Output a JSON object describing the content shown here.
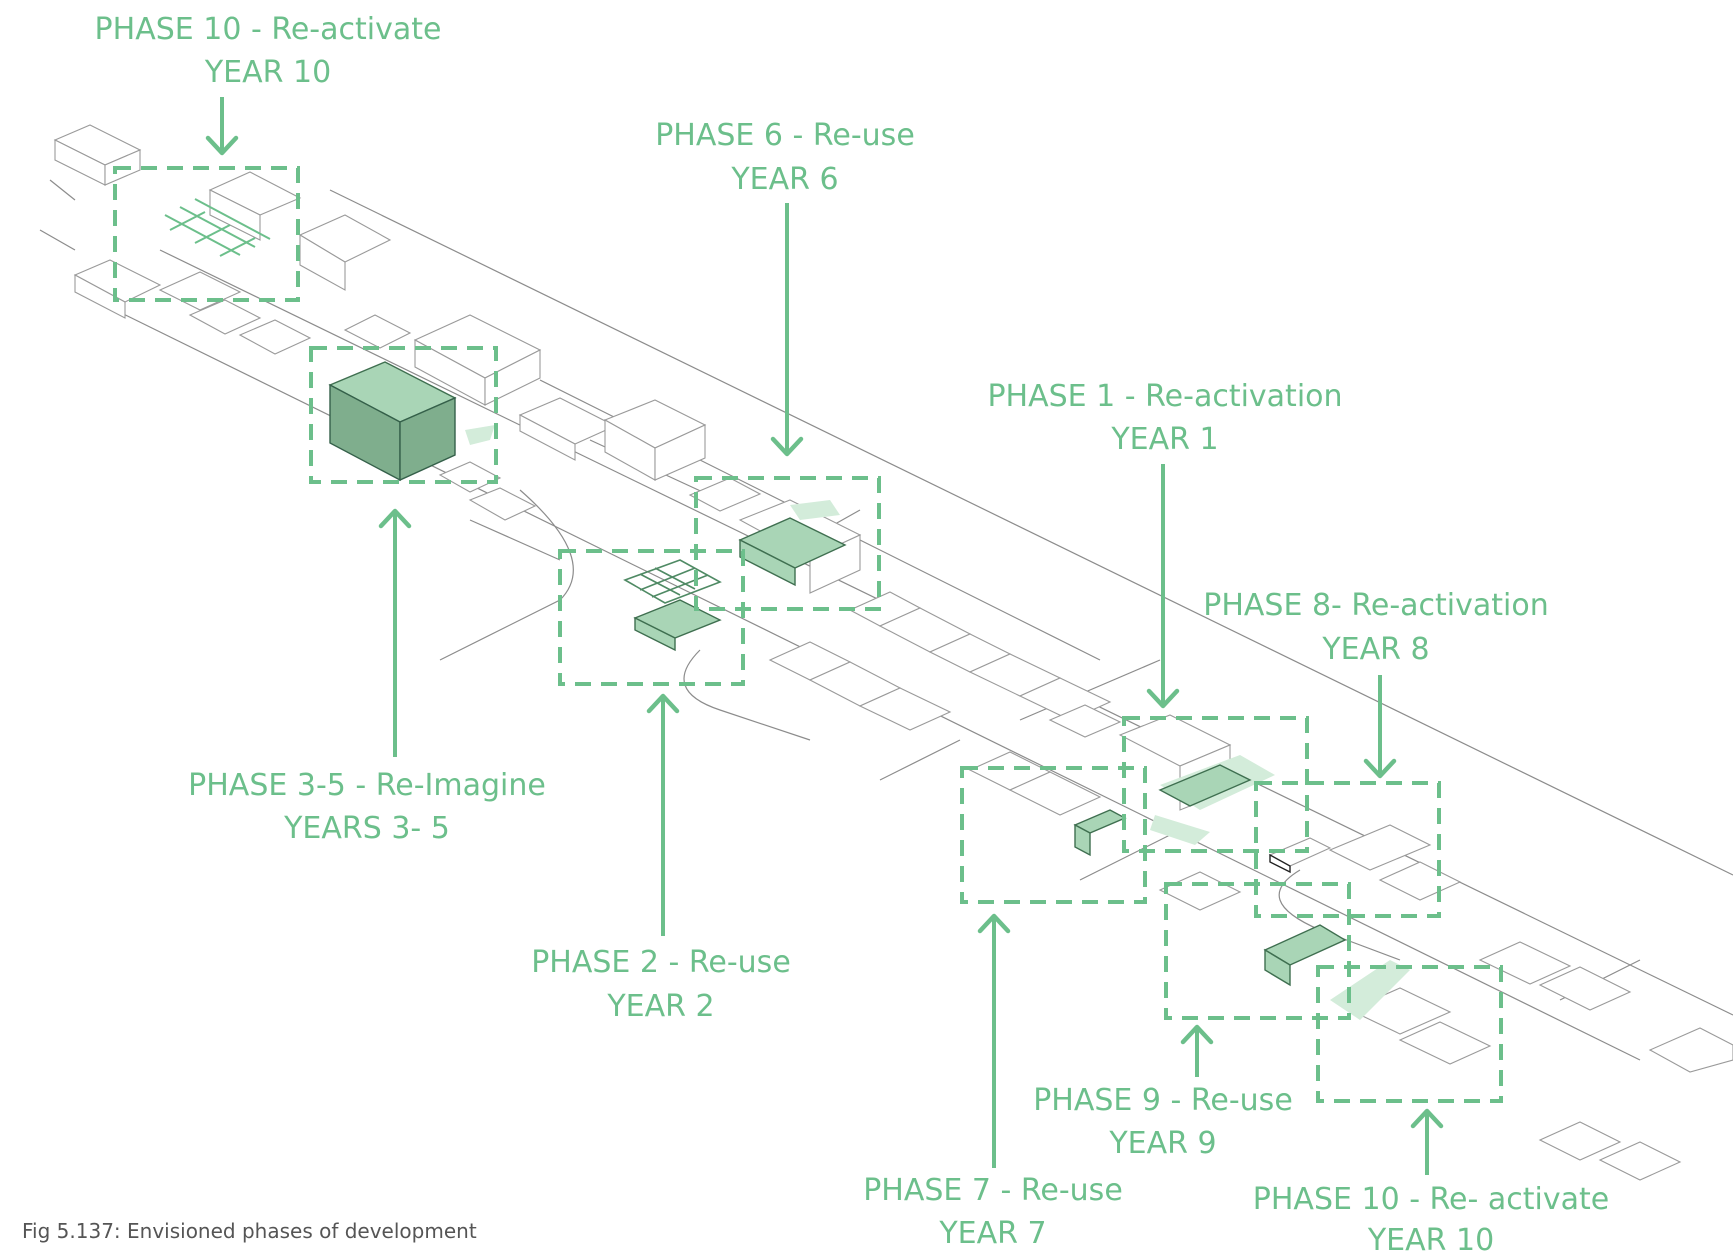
{
  "colors": {
    "accent": "#6cbf8b",
    "building_stroke": "#9a9a9a",
    "highlight": "#a9d5b6"
  },
  "phases": [
    {
      "id": "p10a",
      "title": "PHASE 10 - Re-activate",
      "year": "YEAR 10"
    },
    {
      "id": "p6",
      "title": "PHASE 6 - Re-use",
      "year": "YEAR 6"
    },
    {
      "id": "p1",
      "title": "PHASE 1 - Re-activation",
      "year": "YEAR 1"
    },
    {
      "id": "p8",
      "title": "PHASE 8- Re-activation",
      "year": "YEAR 8"
    },
    {
      "id": "p35",
      "title": "PHASE 3-5 - Re-Imagine",
      "year": "YEARS 3- 5"
    },
    {
      "id": "p2",
      "title": "PHASE 2 -  Re-use",
      "year": "YEAR 2"
    },
    {
      "id": "p9",
      "title": "PHASE 9 - Re-use",
      "year": "YEAR 9"
    },
    {
      "id": "p7",
      "title": "PHASE 7 - Re-use",
      "year": "YEAR 7"
    },
    {
      "id": "p10b",
      "title": "PHASE 10 - Re- activate",
      "year": "YEAR 10"
    }
  ],
  "caption": "Fig 5.137: Envisioned phases of development"
}
